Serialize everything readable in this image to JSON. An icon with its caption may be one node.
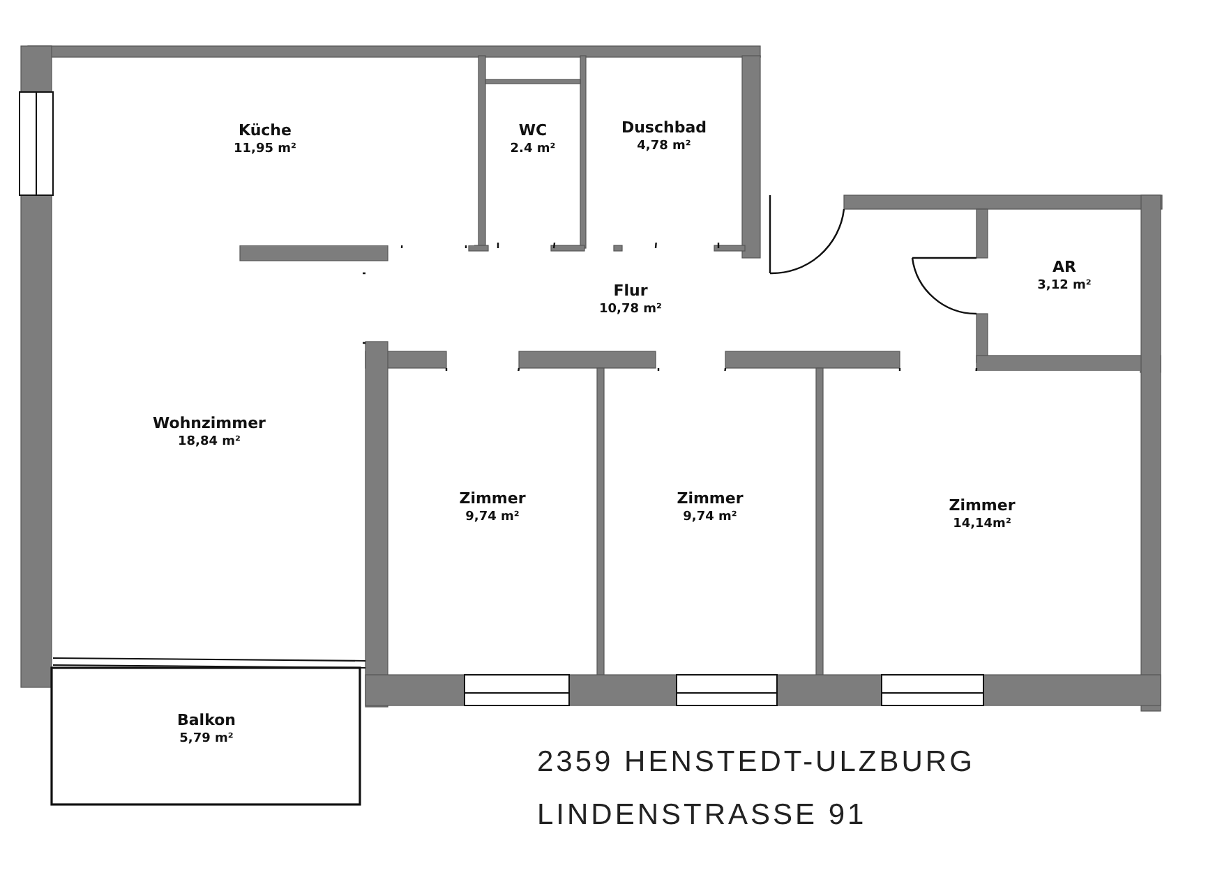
{
  "diagram": {
    "nodes": [
      {
        "text": [
          "Küche",
          "11,95 m²"
        ]
      },
      {
        "text": [
          "WC",
          "2.4 m²"
        ]
      },
      {
        "text": [
          "Duschbad",
          "4,78 m²"
        ]
      },
      {
        "text": [
          "Flur",
          "10,78 m²"
        ]
      },
      {
        "text": [
          "AR",
          "3,12 m²"
        ]
      },
      {
        "text": [
          "Wohnzimmer",
          "18,84 m²"
        ]
      },
      {
        "text": [
          "Zimmer",
          "9,74 m²"
        ]
      },
      {
        "text": [
          "Zimmer",
          "9,74 m²"
        ]
      },
      {
        "text": [
          "Zimmer",
          "14,14m²"
        ]
      },
      {
        "text": [
          "Balkon",
          "5,79 m²"
        ]
      }
    ],
    "labels": [
      "2359 HENSTEDT-ULZBURG",
      "LINDENSTRASSE 91"
    ]
  }
}
